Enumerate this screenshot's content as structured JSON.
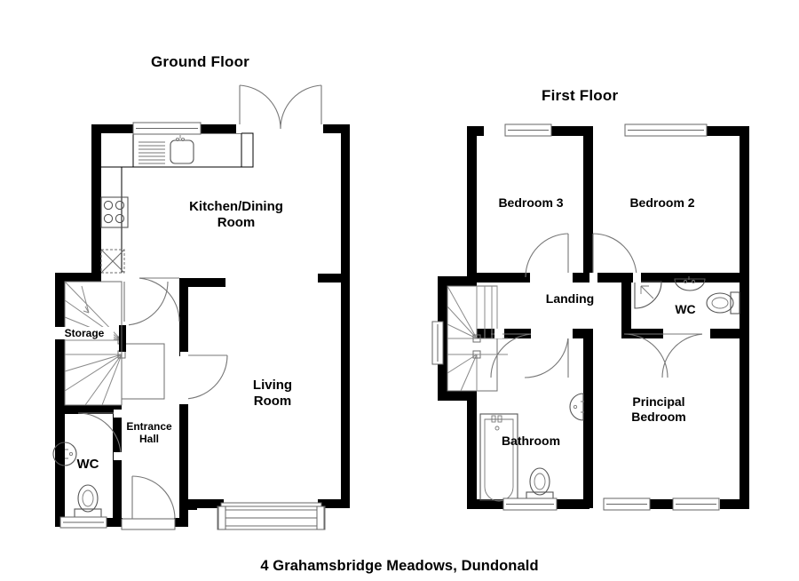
{
  "caption": "4 Grahamsbridge Meadows, Dundonald",
  "colors": {
    "wall": "#000000",
    "background": "#ffffff",
    "fixture": "#555555",
    "door": "#777777",
    "text": "#000000"
  },
  "floors": [
    {
      "id": "ground",
      "title": "Ground Floor",
      "rooms": [
        {
          "key": "kitchen_dining",
          "label": "Kitchen/Dining\nRoom",
          "font_size": 15
        },
        {
          "key": "living",
          "label": "Living\nRoom",
          "font_size": 15
        },
        {
          "key": "entrance_hall",
          "label": "Entrance\nHall",
          "font_size": 12
        },
        {
          "key": "storage",
          "label": "Storage",
          "font_size": 12
        },
        {
          "key": "wc",
          "label": "WC",
          "font_size": 15
        }
      ],
      "fixtures": [
        "kitchen-sink",
        "kitchen-drainer",
        "kitchen-worktop",
        "hob-four-ring",
        "appliance-x",
        "wc-toilet",
        "wc-basin",
        "staircase-winder"
      ],
      "openings": [
        "french-doors-double-top",
        "kitchen-window",
        "front-door",
        "wc-window",
        "living-room-french-window",
        "internal-door-kitchen",
        "internal-door-living",
        "internal-door-understairs",
        "internal-door-wc"
      ]
    },
    {
      "id": "first",
      "title": "First Floor",
      "rooms": [
        {
          "key": "bedroom3",
          "label": "Bedroom 3",
          "font_size": 14
        },
        {
          "key": "bedroom2",
          "label": "Bedroom 2",
          "font_size": 14
        },
        {
          "key": "landing",
          "label": "Landing",
          "font_size": 14
        },
        {
          "key": "wc",
          "label": "WC",
          "font_size": 14
        },
        {
          "key": "bathroom",
          "label": "Bathroom",
          "font_size": 14
        },
        {
          "key": "principal_bedroom",
          "label": "Principal\nBedroom",
          "font_size": 14
        }
      ],
      "fixtures": [
        "shower-quadrant",
        "wc-basin",
        "wc-toilet",
        "bath-tub",
        "bathroom-toilet",
        "bathroom-basin",
        "staircase-winder"
      ],
      "openings": [
        "window-bedroom3",
        "window-bedroom2",
        "window-stairs",
        "window-bathroom",
        "window-principal-left",
        "window-principal-right",
        "door-bedroom3",
        "door-bedroom2",
        "door-wc",
        "door-principal",
        "door-bathroom",
        "door-landing-stairs"
      ]
    }
  ]
}
